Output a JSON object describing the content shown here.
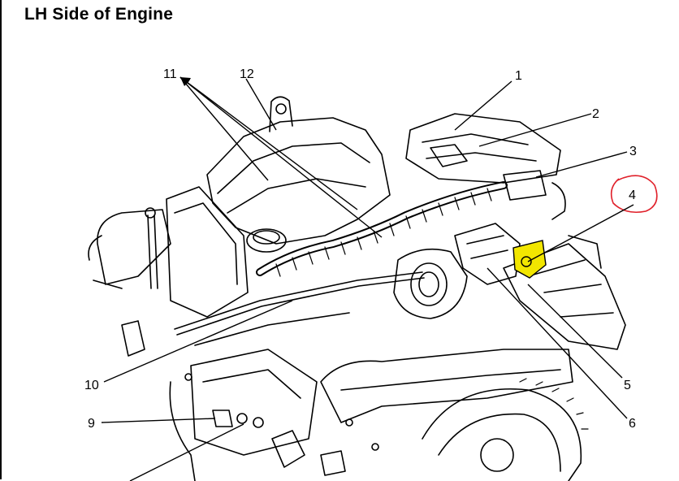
{
  "title": "LH Side of Engine",
  "callouts": [
    {
      "id": "1",
      "text": "1"
    },
    {
      "id": "2",
      "text": "2"
    },
    {
      "id": "3",
      "text": "3"
    },
    {
      "id": "4",
      "text": "4"
    },
    {
      "id": "5",
      "text": "5"
    },
    {
      "id": "6",
      "text": "6"
    },
    {
      "id": "9",
      "text": "9"
    },
    {
      "id": "10",
      "text": "10"
    },
    {
      "id": "11",
      "text": "11"
    },
    {
      "id": "12",
      "text": "12"
    }
  ],
  "highlight": {
    "circle_color": "#e0202a",
    "part_color": "#f2e600"
  }
}
